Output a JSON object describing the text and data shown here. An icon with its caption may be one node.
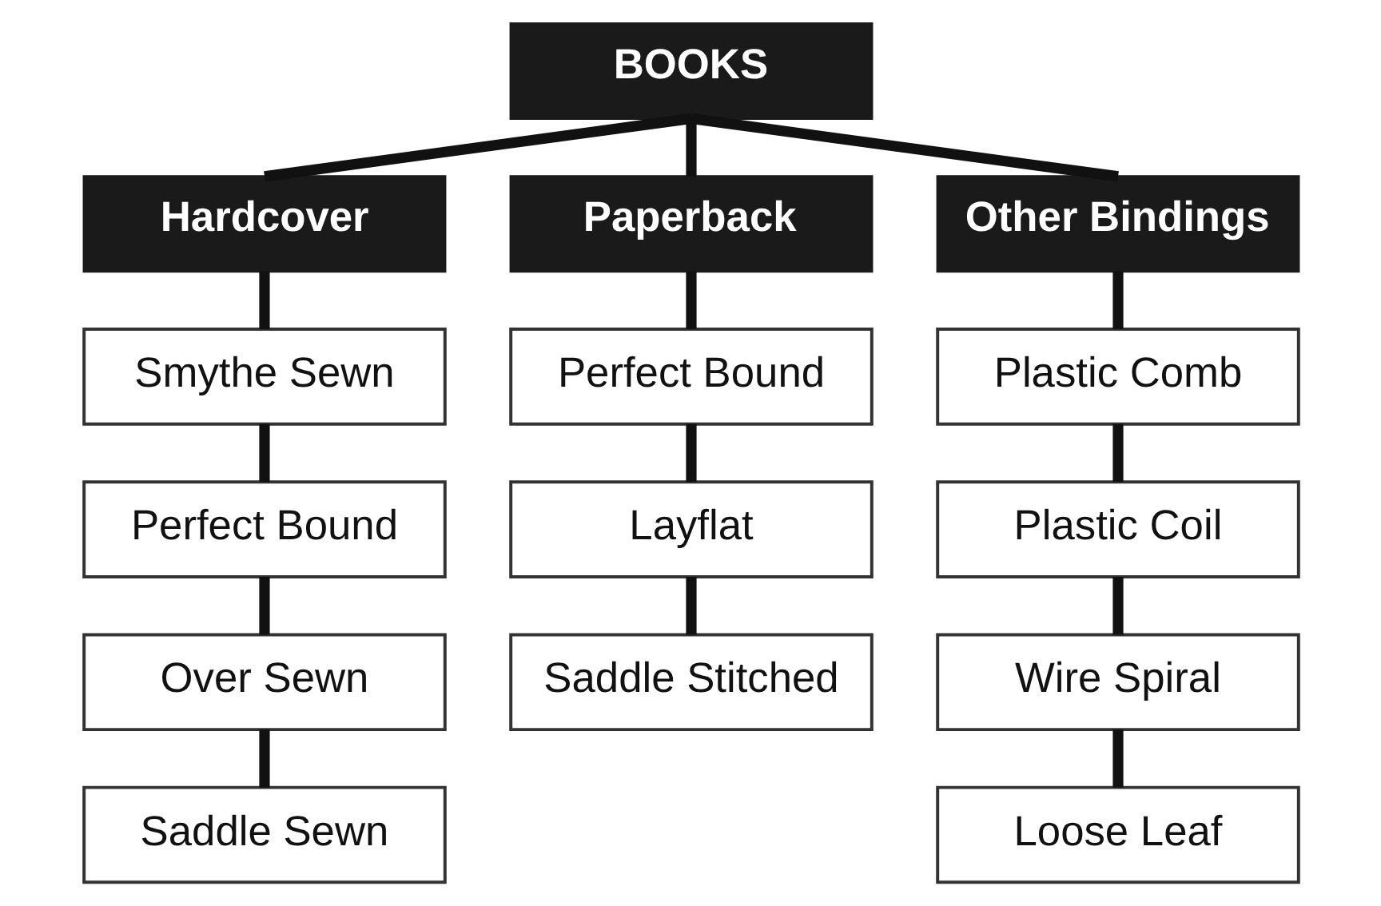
{
  "diagram": {
    "nodes": [
      {
        "text": [
          "BOOKS"
        ]
      },
      {
        "text": [
          "Hardcover"
        ]
      },
      {
        "text": [
          "Paperback"
        ]
      },
      {
        "text": [
          "Other Bindings"
        ]
      },
      {
        "text": [
          "Smythe Sewn"
        ]
      },
      {
        "text": [
          "Perfect Bound"
        ]
      },
      {
        "text": [
          "Over Sewn"
        ]
      },
      {
        "text": [
          "Saddle Sewn"
        ]
      },
      {
        "text": [
          "Perfect Bound"
        ]
      },
      {
        "text": [
          "Layflat"
        ]
      },
      {
        "text": [
          "Saddle Stitched"
        ]
      },
      {
        "text": [
          "Plastic Comb"
        ]
      },
      {
        "text": [
          "Plastic Coil"
        ]
      },
      {
        "text": [
          "Wire Spiral"
        ]
      },
      {
        "text": [
          "Loose Leaf"
        ]
      }
    ],
    "edges": [
      {
        "from": 0,
        "to": 1,
        "arrow": "none"
      },
      {
        "from": 0,
        "to": 2,
        "arrow": "none"
      },
      {
        "from": 0,
        "to": 3,
        "arrow": "none"
      },
      {
        "from": 1,
        "to": 4,
        "arrow": "none"
      },
      {
        "from": 4,
        "to": 5,
        "arrow": "none"
      },
      {
        "from": 5,
        "to": 6,
        "arrow": "none"
      },
      {
        "from": 6,
        "to": 7,
        "arrow": "none"
      },
      {
        "from": 2,
        "to": 8,
        "arrow": "none"
      },
      {
        "from": 8,
        "to": 9,
        "arrow": "none"
      },
      {
        "from": 9,
        "to": 10,
        "arrow": "none"
      },
      {
        "from": 3,
        "to": 11,
        "arrow": "none"
      },
      {
        "from": 11,
        "to": 12,
        "arrow": "none"
      },
      {
        "from": 12,
        "to": 13,
        "arrow": "none"
      },
      {
        "from": 13,
        "to": 14,
        "arrow": "none"
      }
    ]
  }
}
